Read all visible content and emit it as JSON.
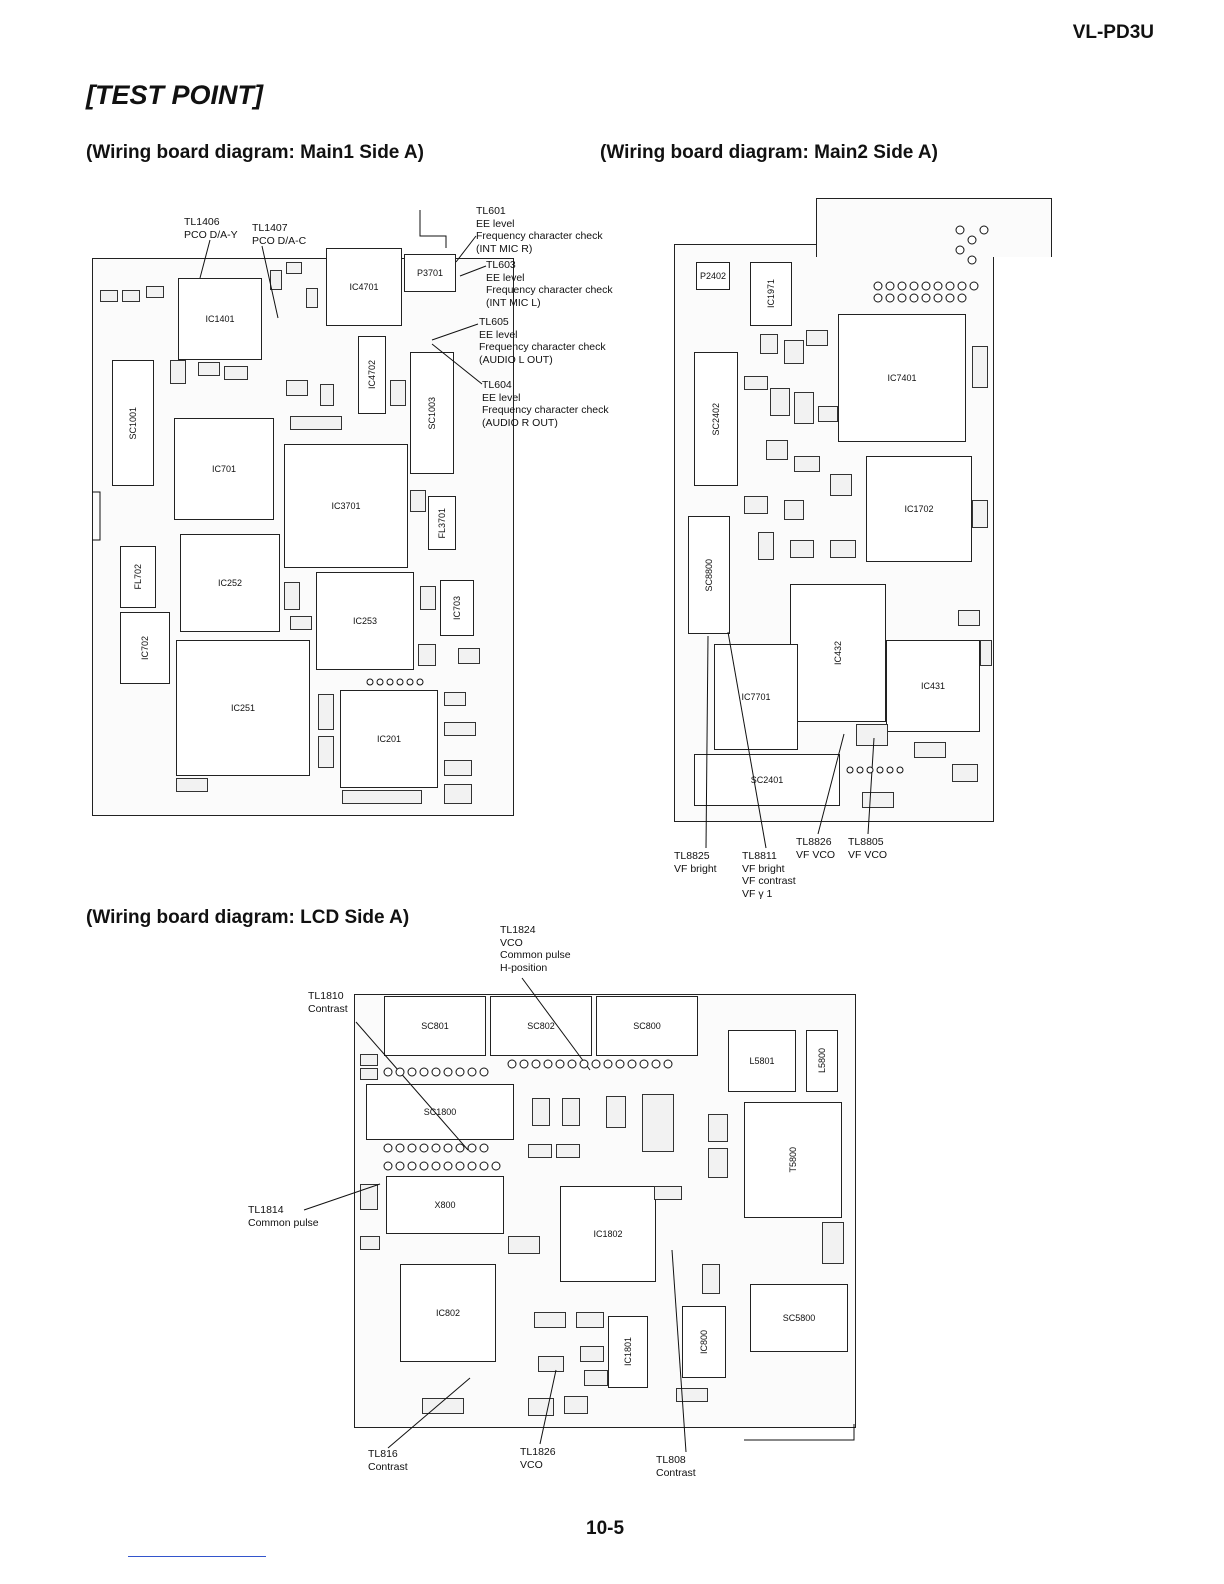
{
  "header": {
    "model": "VL-PD3U",
    "title": "[TEST POINT]"
  },
  "sections": {
    "main1": "(Wiring board diagram: Main1 Side A)",
    "main2": "(Wiring board diagram: Main2 Side A)",
    "lcd": "(Wiring board diagram: LCD Side A)"
  },
  "main1": {
    "components": {
      "ic1401": "IC1401",
      "ic4701": "IC4701",
      "p3701": "P3701",
      "ic4702": "IC4702",
      "sc1001": "SC1001",
      "sc1003": "SC1003",
      "ic701": "IC701",
      "ic3701": "IC3701",
      "fl3701": "FL3701",
      "fl702": "FL702",
      "ic252": "IC252",
      "ic253": "IC253",
      "ic703": "IC703",
      "ic702": "IC702",
      "ic251": "IC251",
      "ic201": "IC201"
    },
    "test_points": {
      "tl1406": [
        "TL1406",
        "PCO D/A-Y"
      ],
      "tl1407": [
        "TL1407",
        "PCO D/A-C"
      ],
      "tl601": [
        "TL601",
        "EE level",
        "Frequency character check",
        "(INT MIC R)"
      ],
      "tl603": [
        "TL603",
        "EE level",
        "Frequency character check",
        "(INT MIC L)"
      ],
      "tl605": [
        "TL605",
        "EE level",
        "Frequency character check",
        "(AUDIO L OUT)"
      ],
      "tl604": [
        "TL604",
        "EE level",
        "Frequency character check",
        "(AUDIO R OUT)"
      ]
    }
  },
  "main2": {
    "components": {
      "p2402": "P2402",
      "ic1971": "IC1971",
      "ic7401": "IC7401",
      "sc2402": "SC2402",
      "ic1702": "IC1702",
      "sc8800": "SC8800",
      "ic432": "IC432",
      "ic7701": "IC7701",
      "ic431": "IC431",
      "sc2401": "SC2401"
    },
    "test_points": {
      "tl8825": [
        "TL8825",
        "VF bright"
      ],
      "tl8811": [
        "TL8811",
        "VF bright",
        "VF contrast",
        "VF γ 1"
      ],
      "tl8826": [
        "TL8826",
        "VF VCO"
      ],
      "tl8805": [
        "TL8805",
        "VF VCO"
      ]
    }
  },
  "lcd": {
    "components": {
      "sc801": "SC801",
      "sc802": "SC802",
      "sc800": "SC800",
      "l5801": "L5801",
      "l5800": "L5800",
      "sc1800": "SC1800",
      "t5800": "T5800",
      "x800": "X800",
      "ic1802": "IC1802",
      "ic802": "IC802",
      "ic1801": "IC1801",
      "ic800": "IC800",
      "sc5800": "SC5800"
    },
    "test_points": {
      "tl1824": [
        "TL1824",
        "VCO",
        "Common pulse",
        "H-position"
      ],
      "tl1810": [
        "TL1810",
        "Contrast"
      ],
      "tl1814": [
        "TL1814",
        "Common pulse"
      ],
      "tl816": [
        "TL816",
        "Contrast"
      ],
      "tl1826": [
        "TL1826",
        "VCO"
      ],
      "tl808": [
        "TL808",
        "Contrast"
      ]
    }
  },
  "footer": {
    "page": "10-5"
  }
}
